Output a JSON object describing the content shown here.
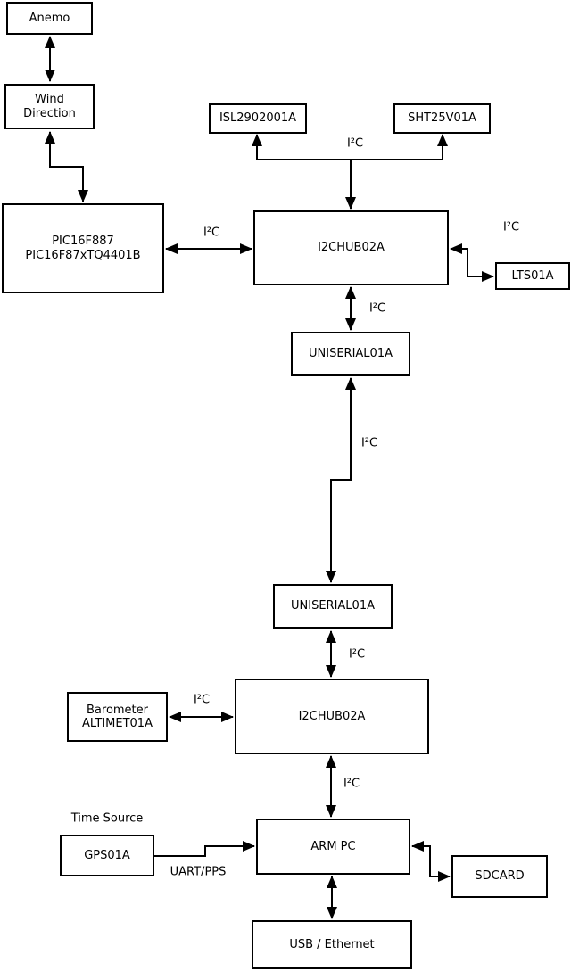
{
  "diagram": {
    "nodes": {
      "anemo": {
        "label": "Anemo"
      },
      "wind_direction": {
        "label": "Wind\nDirection"
      },
      "pic": {
        "label": "PIC16F887\nPIC16F87xTQ4401B"
      },
      "isl": {
        "label": "ISL2902001A"
      },
      "sht": {
        "label": "SHT25V01A"
      },
      "i2c_hub_top": {
        "label": "I2CHUB02A"
      },
      "lts": {
        "label": "LTS01A"
      },
      "uniserial_top": {
        "label": "UNISERIAL01A"
      },
      "uniserial_bottom": {
        "label": "UNISERIAL01A"
      },
      "barometer": {
        "label": "Barometer\nALTIMET01A"
      },
      "i2c_hub_bottom": {
        "label": "I2CHUB02A"
      },
      "gps": {
        "label": "GPS01A"
      },
      "arm_pc": {
        "label": "ARM PC"
      },
      "sdcard": {
        "label": "SDCARD"
      },
      "usb_ethernet": {
        "label": "USB / Ethernet"
      }
    },
    "edge_labels": {
      "i2c": "I²C",
      "uart_pps": "UART/PPS",
      "time_source": "Time Source"
    },
    "colors": {
      "line": "#000000",
      "node_fill": "#ffffff",
      "background": "#ffffff"
    }
  }
}
